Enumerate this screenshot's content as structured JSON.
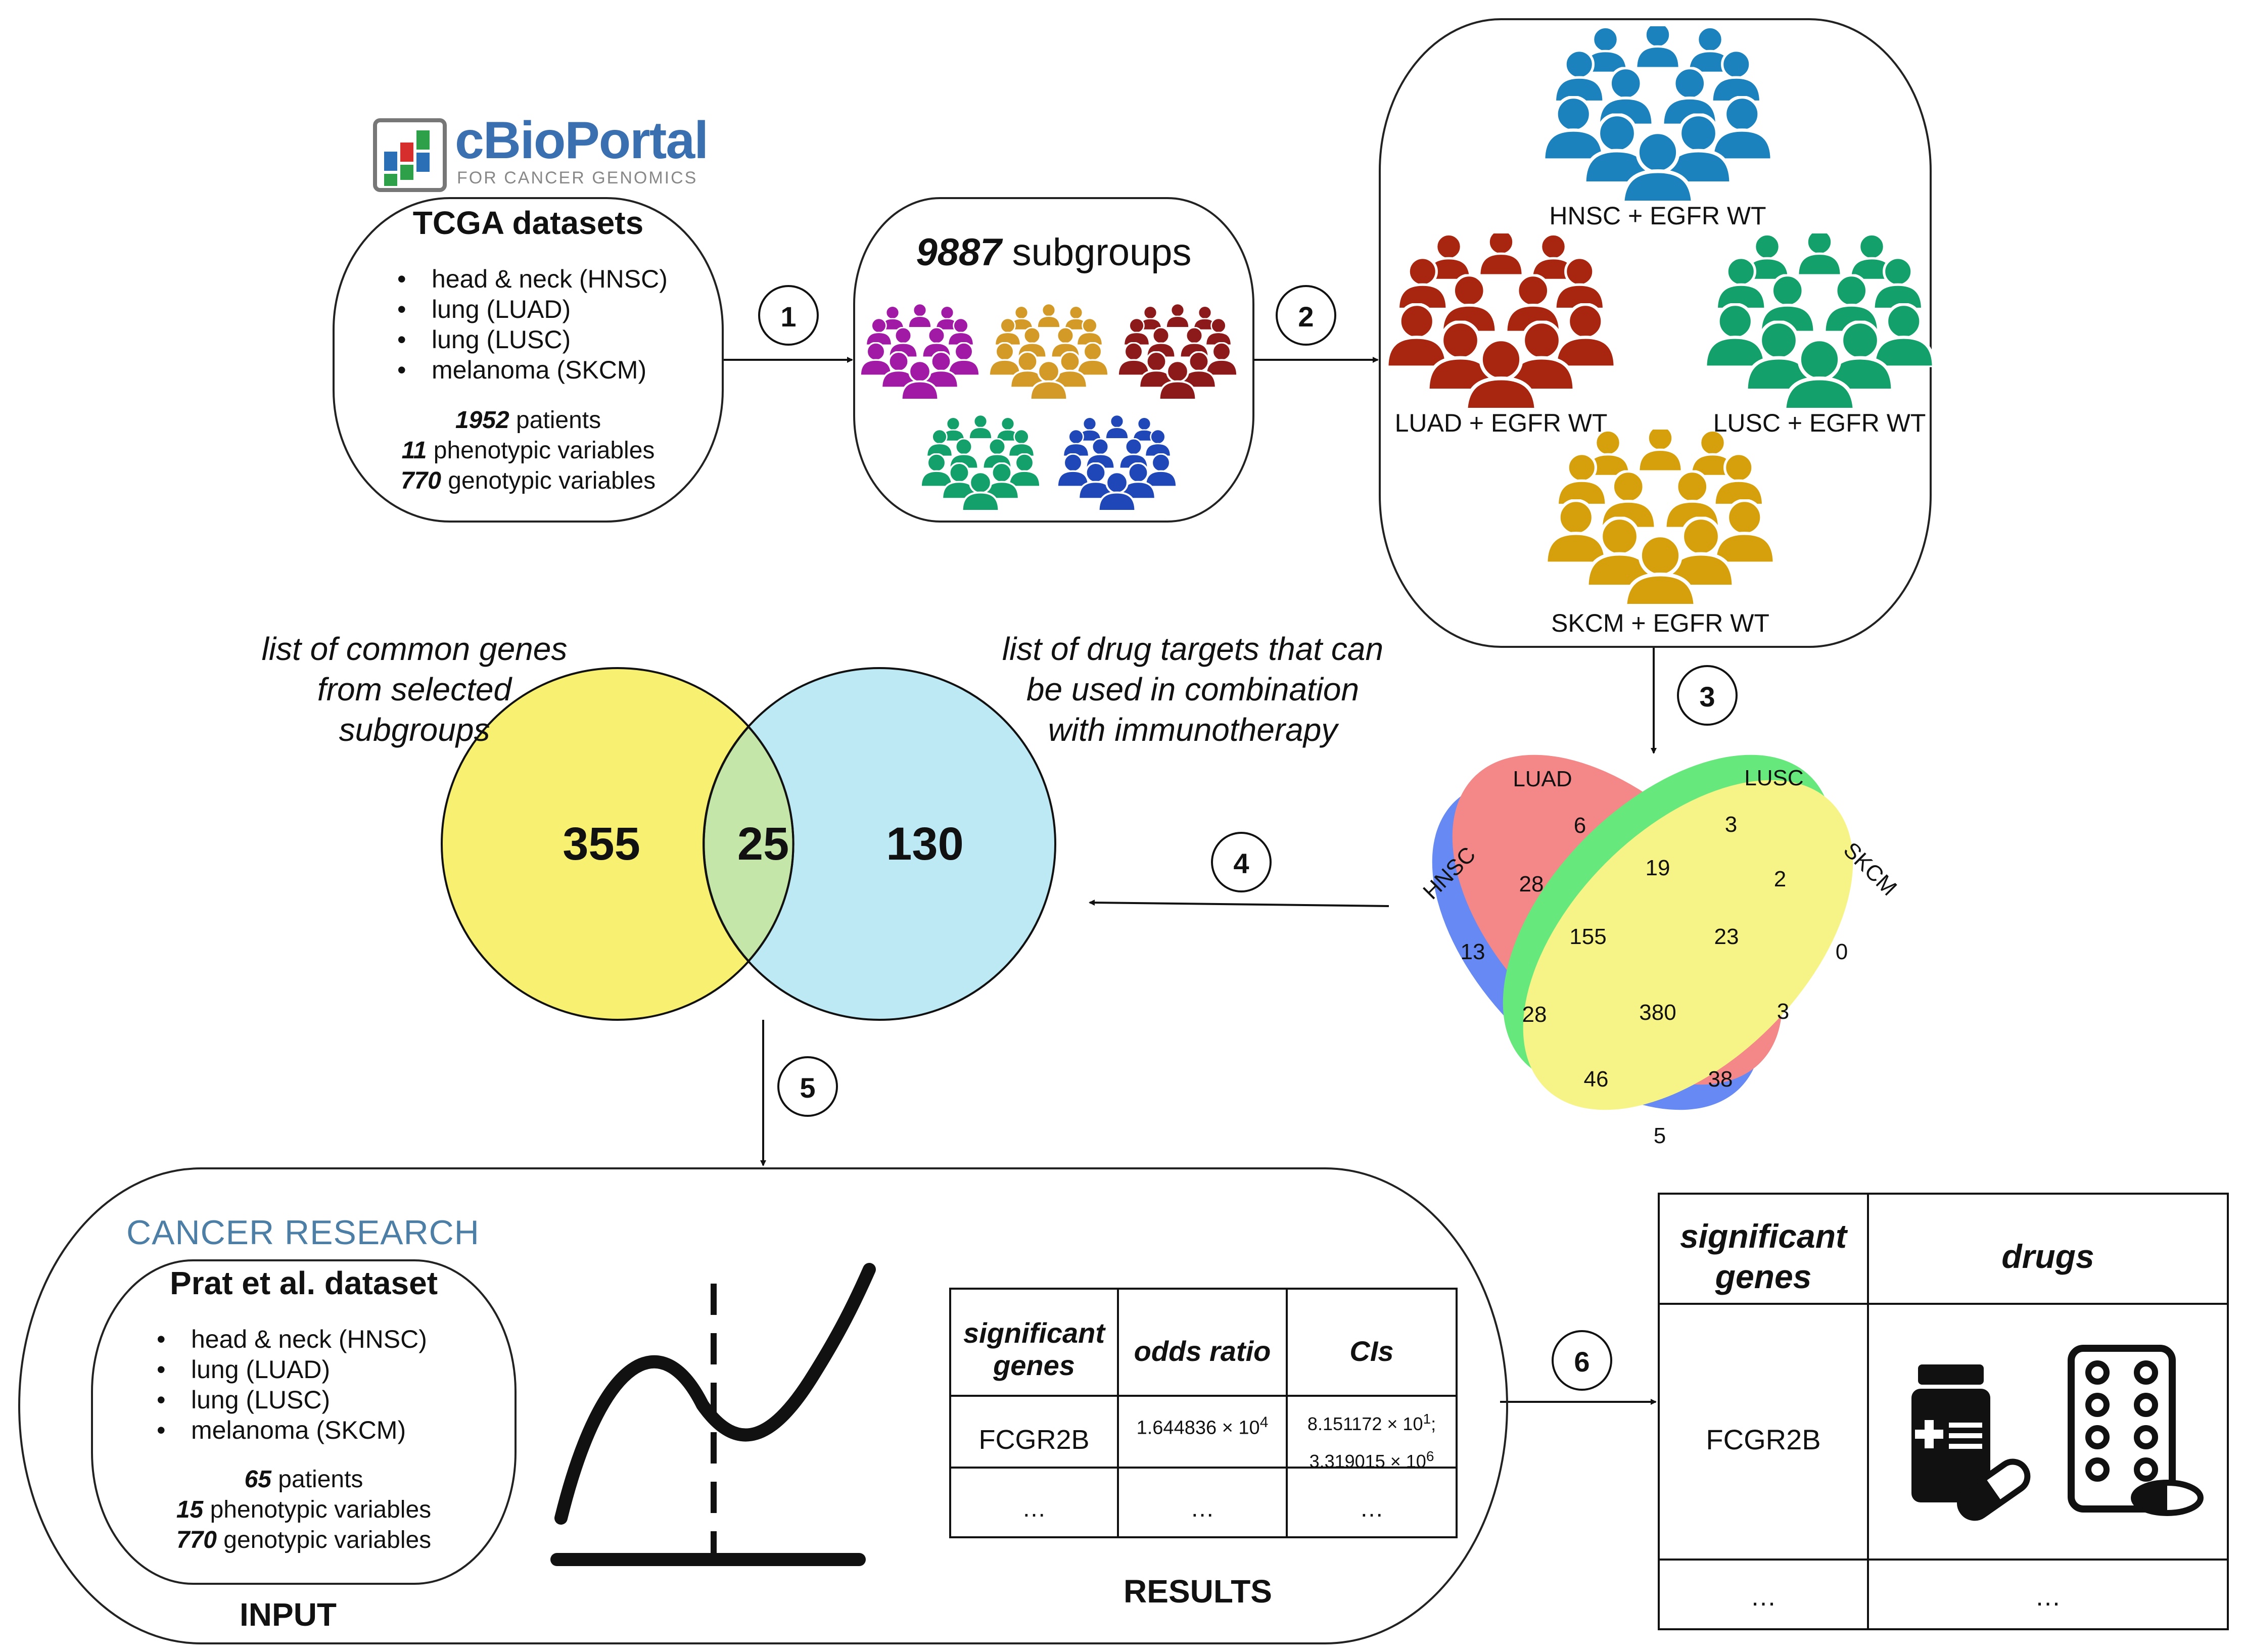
{
  "logos": {
    "cbioportal_name": "cBioPortal",
    "cbioportal_tagline": "FOR CANCER GENOMICS",
    "cancer_research": "CANCER RESEARCH"
  },
  "tcga": {
    "title": "TCGA datasets",
    "cancers": [
      "head & neck (HNSC)",
      "lung (LUAD)",
      "lung (LUSC)",
      "melanoma (SKCM)"
    ],
    "patients_num": "1952",
    "patients_label": "patients",
    "phen_num": "11",
    "phen_label": "phenotypic variables",
    "gen_num": "770",
    "gen_label": "genotypic variables"
  },
  "subgroups": {
    "count": "9887",
    "label": "subgroups"
  },
  "egfr_groups": {
    "hnsc": "HNSC + EGFR WT",
    "luad": "LUAD + EGFR WT",
    "lusc": "LUSC + EGFR WT",
    "skcm": "SKCM + EGFR WT"
  },
  "steps": [
    "1",
    "2",
    "3",
    "4",
    "5",
    "6"
  ],
  "venn2": {
    "left_caption": [
      "list of common genes",
      "from selected",
      "subgroups"
    ],
    "right_caption": [
      "list of drug targets that can",
      "be used in combination",
      "with immunotherapy"
    ],
    "left_only": "355",
    "overlap": "25",
    "right_only": "130"
  },
  "venn4": {
    "labels": {
      "hnsc": "HNSC",
      "luad": "LUAD",
      "lusc": "LUSC",
      "skcm": "SKCM"
    },
    "values": [
      "6",
      "3",
      "28",
      "19",
      "2",
      "13",
      "155",
      "23",
      "0",
      "28",
      "380",
      "3",
      "46",
      "38",
      "5"
    ]
  },
  "prat": {
    "title": "Prat et al. dataset",
    "cancers": [
      "head & neck (HNSC)",
      "lung (LUAD)",
      "lung (LUSC)",
      "melanoma (SKCM)"
    ],
    "patients_num": "65",
    "patients_label": "patients",
    "phen_num": "15",
    "phen_label": "phenotypic variables",
    "gen_num": "770",
    "gen_label": "genotypic variables",
    "input_label": "INPUT",
    "results_label": "RESULTS"
  },
  "results_table": {
    "headers": [
      "significant genes",
      "odds ratio",
      "CIs"
    ],
    "gene": "FCGR2B",
    "odds_base": "1.644836 × 10",
    "odds_exp": "4",
    "ci1_base": "8.151172 × 10",
    "ci1_exp": "1",
    "ci1_sep": ";",
    "ci2_base": "3.319015 × 10",
    "ci2_exp": "6",
    "ellipsis": "…"
  },
  "drug_table": {
    "headers": [
      "significant genes",
      "drugs"
    ],
    "gene": "FCGR2B",
    "ellipsis": "…"
  },
  "colors": {
    "hnsc_people": "#1b82bd",
    "luad_people": "#a8260f",
    "lusc_people": "#14a06b",
    "skcm_people": "#d6a00c",
    "venn_yellow": "#f8f070",
    "venn_blue": "#bde9f4",
    "venn_overlap": "#c4e6a8"
  }
}
